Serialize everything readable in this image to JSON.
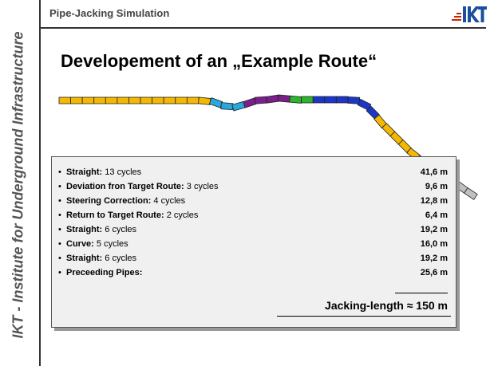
{
  "side_label": "IKT - Institute for Underground Infrastructure",
  "header": {
    "title": "Pipe-Jacking Simulation"
  },
  "logo": {
    "name": "IKT logo",
    "color": "#1a4fa0",
    "accent": "#cc2200"
  },
  "title": "Developement of an „Example Route“",
  "route": {
    "segments": [
      {
        "color": "#f5b800",
        "count": 13
      },
      {
        "color": "#29a8e0",
        "count": 3
      },
      {
        "color": "#7b1f8c",
        "count": 4
      },
      {
        "color": "#2db52d",
        "count": 2
      },
      {
        "color": "#1c36c8",
        "count": 6
      },
      {
        "color": "#f5b800",
        "count": 5
      },
      {
        "color": "#c0c0c0",
        "count": 6
      }
    ]
  },
  "rows": [
    {
      "bullet": "•",
      "label": "Straight:",
      "cycles": "13 cycles",
      "value": "41,6 m"
    },
    {
      "bullet": "•",
      "label": "Deviation fron Target Route:",
      "cycles": "3 cycles",
      "value": "9,6 m"
    },
    {
      "bullet": "•",
      "label": "Steering Correction:",
      "cycles": "4 cycles",
      "value": "12,8 m"
    },
    {
      "bullet": "•",
      "label": "Return to Target Route:",
      "cycles": "2 cycles",
      "value": "6,4 m"
    },
    {
      "bullet": "•",
      "label": "Straight:",
      "cycles": "6 cycles",
      "value": "19,2 m"
    },
    {
      "bullet": "•",
      "label": "Curve:",
      "cycles": "5 cycles",
      "value": "16,0 m"
    },
    {
      "bullet": "•",
      "label": "Straight:",
      "cycles": "6 cycles",
      "value": "19,2 m"
    },
    {
      "bullet": "•",
      "label": "Preceeding Pipes:",
      "cycles": "",
      "value": "25,6 m"
    }
  ],
  "total": "Jacking-length ≈ 150 m"
}
